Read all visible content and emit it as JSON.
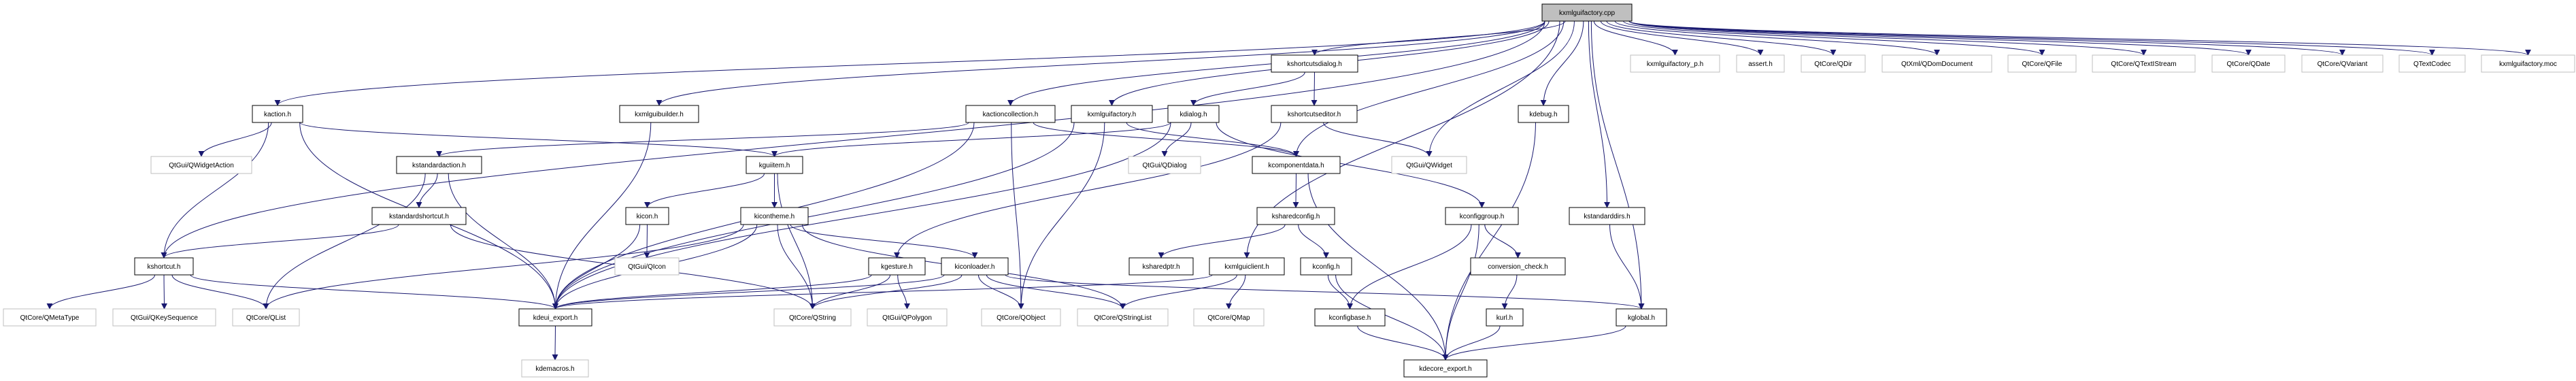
{
  "colors": {
    "edge": "#191970",
    "root_fill": "#bfbfbf",
    "project_border": "#000000",
    "external_border": "#bfbfbf"
  },
  "nodes": [
    {
      "id": "cpp",
      "label": "kxmlguifactory.cpp",
      "kind": "root"
    },
    {
      "id": "kaction",
      "label": "kaction.h",
      "kind": "project"
    },
    {
      "id": "qwidgetaction",
      "label": "QtGui/QWidgetAction",
      "kind": "external"
    },
    {
      "id": "kstandardaction",
      "label": "kstandardaction.h",
      "kind": "project"
    },
    {
      "id": "kstandardshortcut",
      "label": "kstandardshortcut.h",
      "kind": "project"
    },
    {
      "id": "kshortcut",
      "label": "kshortcut.h",
      "kind": "project"
    },
    {
      "id": "qmetatype",
      "label": "QtCore/QMetaType",
      "kind": "external"
    },
    {
      "id": "qkeysequence",
      "label": "QtGui/QKeySequence",
      "kind": "external"
    },
    {
      "id": "qlist",
      "label": "QtCore/QList",
      "kind": "external"
    },
    {
      "id": "kdeui_export",
      "label": "kdeui_export.h",
      "kind": "project"
    },
    {
      "id": "kdemacros",
      "label": "kdemacros.h",
      "kind": "external"
    },
    {
      "id": "kxmlguibuilder",
      "label": "kxmlguibuilder.h",
      "kind": "project"
    },
    {
      "id": "kactioncollection",
      "label": "kactioncollection.h",
      "kind": "project"
    },
    {
      "id": "kxmlguifactory",
      "label": "kxmlguifactory.h",
      "kind": "project"
    },
    {
      "id": "kdialog",
      "label": "kdialog.h",
      "kind": "project"
    },
    {
      "id": "kshortcutsdialog",
      "label": "kshortcutsdialog.h",
      "kind": "project"
    },
    {
      "id": "kshortcutseditor",
      "label": "kshortcutseditor.h",
      "kind": "project"
    },
    {
      "id": "kguiitem",
      "label": "kguiitem.h",
      "kind": "project"
    },
    {
      "id": "qdialog",
      "label": "QtGui/QDialog",
      "kind": "external"
    },
    {
      "id": "kcomponentdata",
      "label": "kcomponentdata.h",
      "kind": "project"
    },
    {
      "id": "kicon",
      "label": "kicon.h",
      "kind": "project"
    },
    {
      "id": "kicontheme",
      "label": "kicontheme.h",
      "kind": "project"
    },
    {
      "id": "ksharedconfig",
      "label": "ksharedconfig.h",
      "kind": "project"
    },
    {
      "id": "qicon",
      "label": "QtGui/QIcon",
      "kind": "external"
    },
    {
      "id": "kgesture",
      "label": "kgesture.h",
      "kind": "project"
    },
    {
      "id": "kiconloader",
      "label": "kiconloader.h",
      "kind": "project"
    },
    {
      "id": "ksharedptr",
      "label": "ksharedptr.h",
      "kind": "project"
    },
    {
      "id": "kxmlguiclient",
      "label": "kxmlguiclient.h",
      "kind": "project"
    },
    {
      "id": "qstring",
      "label": "QtCore/QString",
      "kind": "external"
    },
    {
      "id": "qpolygon",
      "label": "QtGui/QPolygon",
      "kind": "external"
    },
    {
      "id": "qobject",
      "label": "QtCore/QObject",
      "kind": "external"
    },
    {
      "id": "qstringlist",
      "label": "QtCore/QStringList",
      "kind": "external"
    },
    {
      "id": "qmap",
      "label": "QtCore/QMap",
      "kind": "external"
    },
    {
      "id": "qwidget",
      "label": "QtGui/QWidget",
      "kind": "external"
    },
    {
      "id": "kdebug",
      "label": "kdebug.h",
      "kind": "project"
    },
    {
      "id": "kconfiggroup",
      "label": "kconfiggroup.h",
      "kind": "project"
    },
    {
      "id": "kstandarddirs",
      "label": "kstandarddirs.h",
      "kind": "project"
    },
    {
      "id": "kconfig",
      "label": "kconfig.h",
      "kind": "project"
    },
    {
      "id": "conversion_check",
      "label": "conversion_check.h",
      "kind": "project"
    },
    {
      "id": "kconfigbase",
      "label": "kconfigbase.h",
      "kind": "project"
    },
    {
      "id": "kurl",
      "label": "kurl.h",
      "kind": "project"
    },
    {
      "id": "kglobal",
      "label": "kglobal.h",
      "kind": "project"
    },
    {
      "id": "kdecore_export",
      "label": "kdecore_export.h",
      "kind": "project"
    },
    {
      "id": "kxmlguifactory_p",
      "label": "kxmlguifactory_p.h",
      "kind": "external"
    },
    {
      "id": "assert",
      "label": "assert.h",
      "kind": "external"
    },
    {
      "id": "qdir",
      "label": "QtCore/QDir",
      "kind": "external"
    },
    {
      "id": "qdomdocument",
      "label": "QtXml/QDomDocument",
      "kind": "external"
    },
    {
      "id": "qfile",
      "label": "QtCore/QFile",
      "kind": "external"
    },
    {
      "id": "qtextistream",
      "label": "QtCore/QTextIStream",
      "kind": "external"
    },
    {
      "id": "qdate",
      "label": "QtCore/QDate",
      "kind": "external"
    },
    {
      "id": "qvariant",
      "label": "QtCore/QVariant",
      "kind": "external"
    },
    {
      "id": "qtextcodec",
      "label": "QTextCodec",
      "kind": "external"
    },
    {
      "id": "moc",
      "label": "kxmlguifactory.moc",
      "kind": "external"
    }
  ],
  "edges": [
    [
      "cpp",
      "kshortcut"
    ],
    [
      "cpp",
      "kaction"
    ],
    [
      "cpp",
      "kxmlguibuilder"
    ],
    [
      "cpp",
      "kactioncollection"
    ],
    [
      "cpp",
      "kxmlguifactory"
    ],
    [
      "cpp",
      "kshortcutsdialog"
    ],
    [
      "cpp",
      "kcomponentdata"
    ],
    [
      "cpp",
      "qwidget"
    ],
    [
      "cpp",
      "kxmlguiclient"
    ],
    [
      "cpp",
      "kdebug"
    ],
    [
      "cpp",
      "kstandarddirs"
    ],
    [
      "cpp",
      "kglobal"
    ],
    [
      "cpp",
      "kxmlguifactory_p"
    ],
    [
      "cpp",
      "assert"
    ],
    [
      "cpp",
      "qdir"
    ],
    [
      "cpp",
      "qdomdocument"
    ],
    [
      "cpp",
      "qfile"
    ],
    [
      "cpp",
      "qtextistream"
    ],
    [
      "cpp",
      "qdate"
    ],
    [
      "cpp",
      "qvariant"
    ],
    [
      "cpp",
      "qtextcodec"
    ],
    [
      "cpp",
      "moc"
    ],
    [
      "kaction",
      "kshortcut"
    ],
    [
      "kaction",
      "qwidgetaction"
    ],
    [
      "kaction",
      "kdeui_export"
    ],
    [
      "kaction",
      "kguiitem"
    ],
    [
      "kxmlguibuilder",
      "kdeui_export"
    ],
    [
      "kactioncollection",
      "kstandardaction"
    ],
    [
      "kactioncollection",
      "kdeui_export"
    ],
    [
      "kactioncollection",
      "qobject"
    ],
    [
      "kactioncollection",
      "kcomponentdata"
    ],
    [
      "kxmlguifactory",
      "kdeui_export"
    ],
    [
      "kxmlguifactory",
      "qobject"
    ],
    [
      "kxmlguifactory",
      "kcomponentdata"
    ],
    [
      "kdialog",
      "kguiitem"
    ],
    [
      "kdialog",
      "qdialog"
    ],
    [
      "kdialog",
      "kdeui_export"
    ],
    [
      "kdialog",
      "kconfiggroup"
    ],
    [
      "kshortcutsdialog",
      "kdialog"
    ],
    [
      "kshortcutsdialog",
      "kshortcutseditor"
    ],
    [
      "kshortcutseditor",
      "qwidget"
    ],
    [
      "kshortcutseditor",
      "kgesture"
    ],
    [
      "kstandardaction",
      "kstandardshortcut"
    ],
    [
      "kstandardaction",
      "qlist"
    ],
    [
      "kstandardaction",
      "kdeui_export"
    ],
    [
      "kstandardshortcut",
      "kshortcut"
    ],
    [
      "kstandardshortcut",
      "qstring"
    ],
    [
      "kshortcut",
      "qmetatype"
    ],
    [
      "kshortcut",
      "qkeysequence"
    ],
    [
      "kshortcut",
      "qlist"
    ],
    [
      "kshortcut",
      "kdeui_export"
    ],
    [
      "kguiitem",
      "kicon"
    ],
    [
      "kguiitem",
      "kicontheme"
    ],
    [
      "kguiitem",
      "qstring"
    ],
    [
      "kicon",
      "qicon"
    ],
    [
      "kicon",
      "kdeui_export"
    ],
    [
      "kicontheme",
      "kdeui_export"
    ],
    [
      "kicontheme",
      "qlist"
    ],
    [
      "kicontheme",
      "qstring"
    ],
    [
      "kicontheme",
      "kiconloader"
    ],
    [
      "kicontheme",
      "qstringlist"
    ],
    [
      "kgesture",
      "kdeui_export"
    ],
    [
      "kgesture",
      "qstring"
    ],
    [
      "kgesture",
      "qpolygon"
    ],
    [
      "kiconloader",
      "kdeui_export"
    ],
    [
      "kiconloader",
      "qstring"
    ],
    [
      "kiconloader",
      "qobject"
    ],
    [
      "kiconloader",
      "qstringlist"
    ],
    [
      "kiconloader",
      "kglobal"
    ],
    [
      "kcomponentdata",
      "ksharedconfig"
    ],
    [
      "kcomponentdata",
      "kdecore_export"
    ],
    [
      "ksharedconfig",
      "ksharedptr"
    ],
    [
      "ksharedconfig",
      "kconfig"
    ],
    [
      "kxmlguiclient",
      "kdeui_export"
    ],
    [
      "kxmlguiclient",
      "qstringlist"
    ],
    [
      "kxmlguiclient",
      "qmap"
    ],
    [
      "kconfig",
      "kconfigbase"
    ],
    [
      "kconfig",
      "kdecore_export"
    ],
    [
      "kconfiggroup",
      "kconfigbase"
    ],
    [
      "kconfiggroup",
      "kdecore_export"
    ],
    [
      "kconfiggroup",
      "conversion_check"
    ],
    [
      "conversion_check",
      "kurl"
    ],
    [
      "kurl",
      "kdecore_export"
    ],
    [
      "kconfigbase",
      "kdecore_export"
    ],
    [
      "kdebug",
      "kdecore_export"
    ],
    [
      "kstandarddirs",
      "kglobal"
    ],
    [
      "kglobal",
      "kdecore_export"
    ],
    [
      "kdeui_export",
      "kdemacros"
    ]
  ]
}
